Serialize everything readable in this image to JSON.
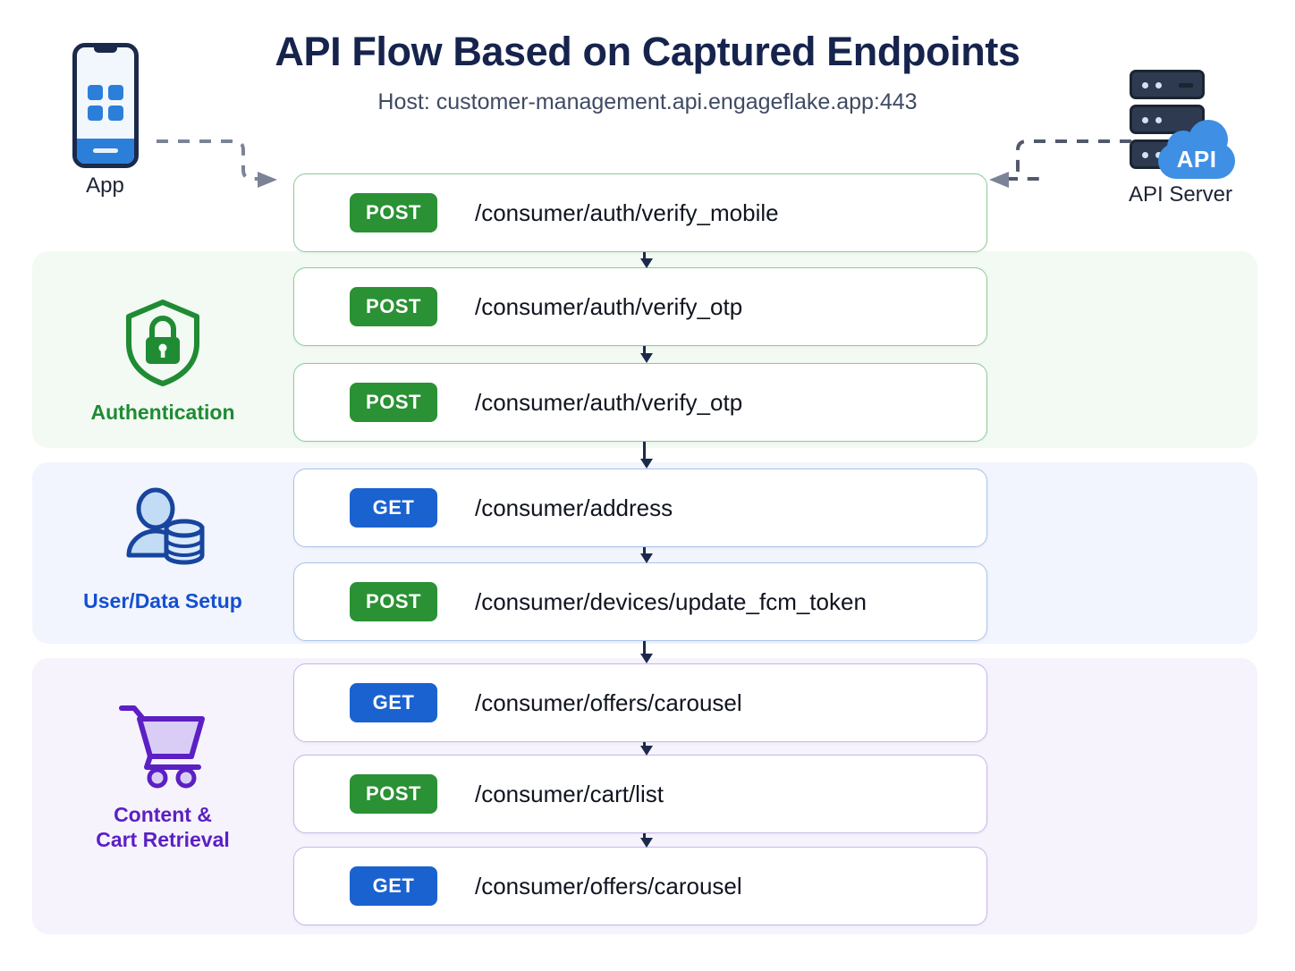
{
  "header": {
    "title": "API Flow Based on Captured Endpoints",
    "host": "Host: customer-management.api.engageflake.app:443"
  },
  "nodes": {
    "app": {
      "label": "App",
      "icon": "mobile-phone-icon"
    },
    "server": {
      "label": "API Server",
      "icon": "server-rack-icon",
      "cloud_label": "API"
    }
  },
  "colors": {
    "title": "#16244d",
    "post_badge": "#2a9134",
    "get_badge": "#1a62d0",
    "auth_accent": "#1f8b33",
    "user_accent": "#1450cf",
    "content_accent": "#5b1fc4",
    "auth_band": "#f2faf3",
    "user_band": "#f2f5fd",
    "content_band": "#f6f3fc"
  },
  "pre_section": {
    "endpoints": [
      {
        "method": "POST",
        "path": "/consumer/auth/verify_mobile"
      }
    ]
  },
  "sections": [
    {
      "id": "authentication",
      "title": "Authentication",
      "icon": "shield-lock-icon",
      "accent": "#1f8b33",
      "endpoints": [
        {
          "method": "POST",
          "path": "/consumer/auth/verify_otp"
        },
        {
          "method": "POST",
          "path": "/consumer/auth/verify_otp"
        }
      ]
    },
    {
      "id": "user-data-setup",
      "title": "User/Data Setup",
      "icon": "user-database-icon",
      "accent": "#1450cf",
      "endpoints": [
        {
          "method": "GET",
          "path": "/consumer/address"
        },
        {
          "method": "POST",
          "path": "/consumer/devices/update_fcm_token"
        }
      ]
    },
    {
      "id": "content-cart-retrieval",
      "title": "Content &\nCart Retrieval",
      "title_line1": "Content &",
      "title_line2": "Cart Retrieval",
      "icon": "shopping-cart-icon",
      "accent": "#5b1fc4",
      "endpoints": [
        {
          "method": "GET",
          "path": "/consumer/offers/carousel"
        },
        {
          "method": "POST",
          "path": "/consumer/cart/list"
        },
        {
          "method": "GET",
          "path": "/consumer/offers/carousel"
        }
      ]
    }
  ]
}
